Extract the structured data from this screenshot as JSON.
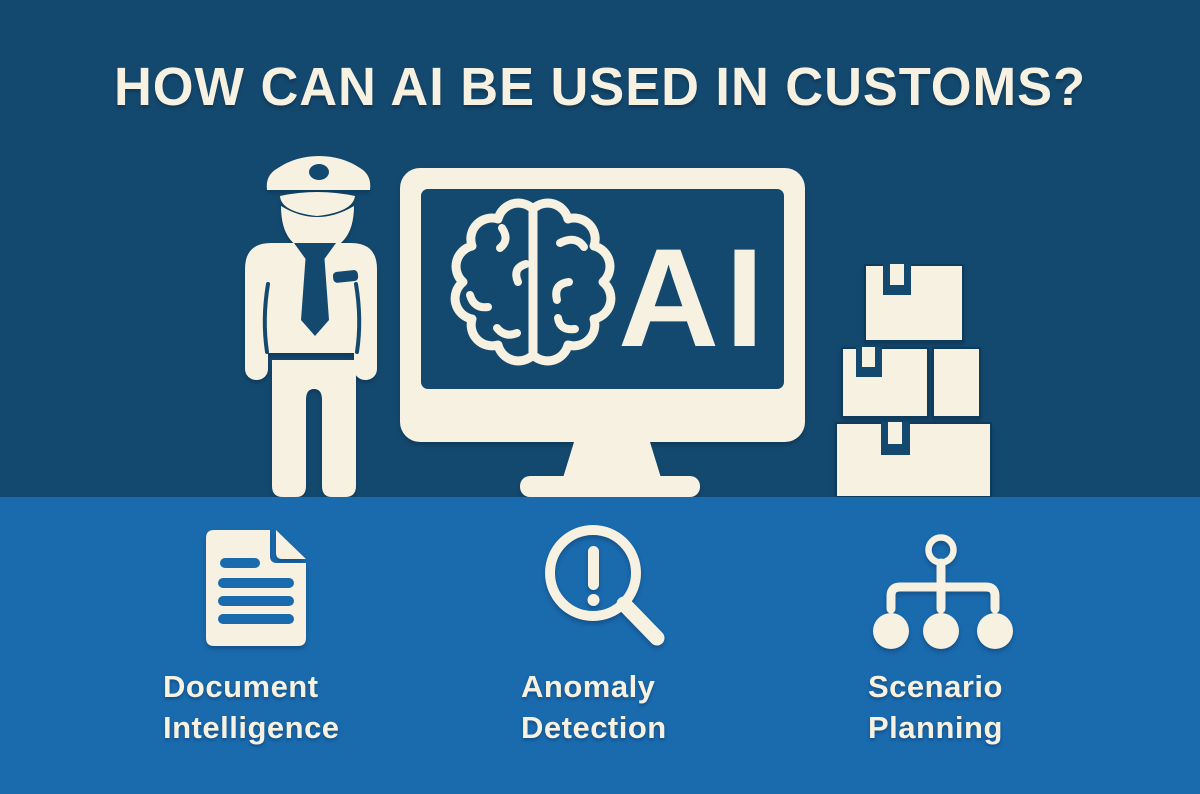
{
  "colors": {
    "background_top": "#14496f",
    "background_bottom": "#1a6aae",
    "cream": "#f6f1e1"
  },
  "header": {
    "title": "HOW CAN AI BE USED IN CUSTOMS?"
  },
  "illustration": {
    "officer_icon": "customs-officer-icon",
    "monitor_icon": "computer-monitor-icon",
    "brain_icon": "brain-icon",
    "boxes_icon": "cargo-boxes-icon",
    "monitor_screen_label": "AI"
  },
  "features": [
    {
      "icon": "document-icon",
      "label_line1": "Document",
      "label_line2": "Intelligence"
    },
    {
      "icon": "magnifier-alert-icon",
      "label_line1": "Anomaly",
      "label_line2": "Detection"
    },
    {
      "icon": "hierarchy-icon",
      "label_line1": "Scenario",
      "label_line2": "Planning"
    }
  ]
}
